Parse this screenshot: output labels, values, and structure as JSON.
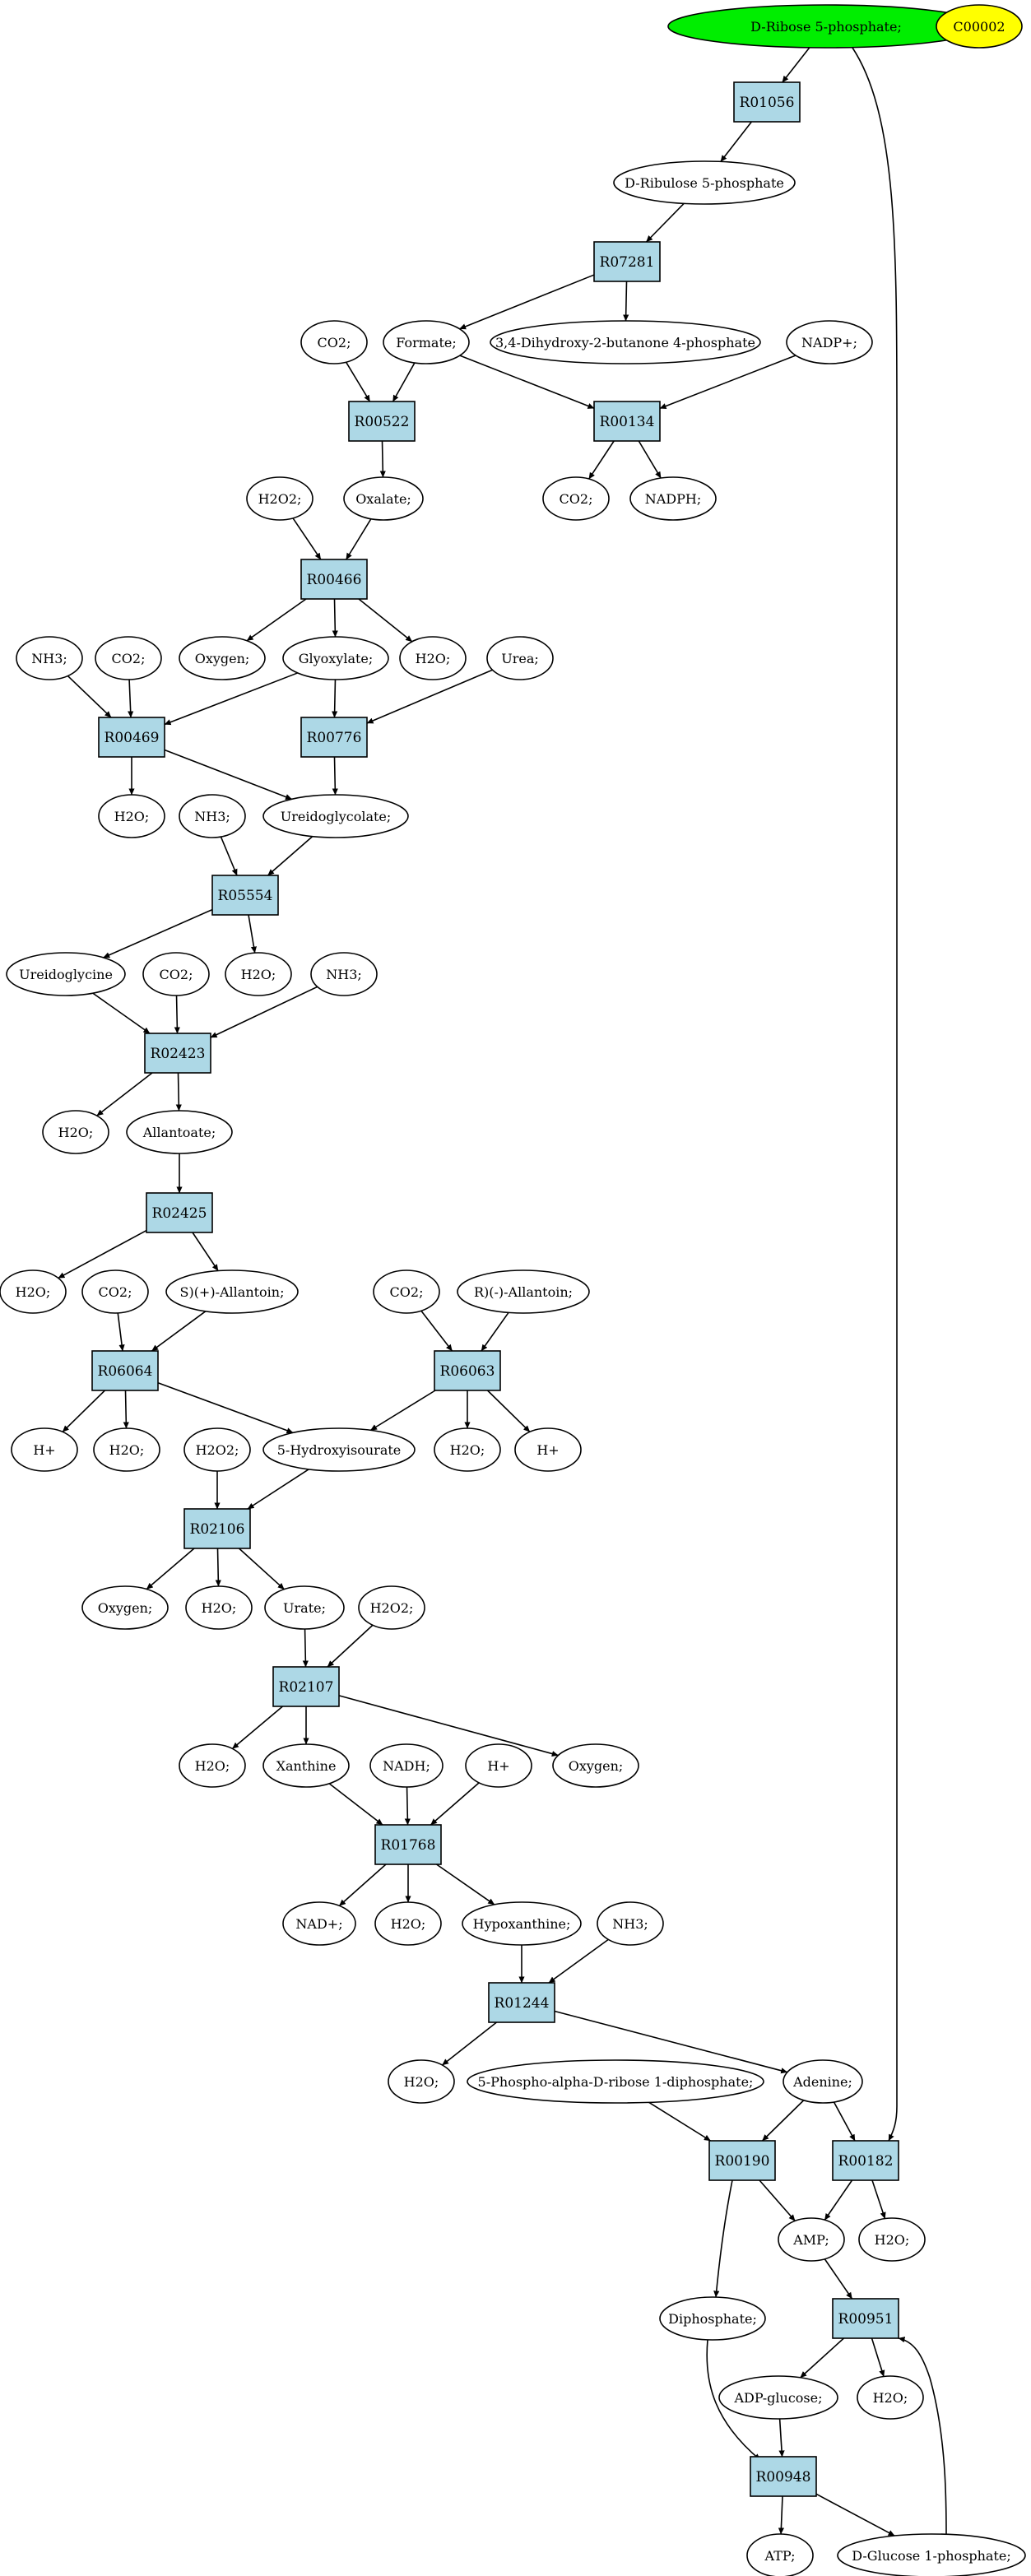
{
  "colors": {
    "reaction_fill": "#add8e6",
    "start_fill": "#00ee00",
    "label_fill": "#ffff00",
    "edge": "#000000"
  },
  "nodes": {
    "c1": {
      "label": "D-Ribose 5-phosphate;",
      "kind": "start"
    },
    "c2": {
      "label": "C00002",
      "kind": "label"
    },
    "r1": {
      "label": "R01056",
      "kind": "reaction"
    },
    "c3": {
      "label": "D-Ribulose 5-phosphate",
      "kind": "compound"
    },
    "r2": {
      "label": "R07281",
      "kind": "reaction"
    },
    "c4": {
      "label": "CO2;",
      "kind": "compound"
    },
    "c5": {
      "label": "Formate;",
      "kind": "compound"
    },
    "c6": {
      "label": "3,4-Dihydroxy-2-butanone 4-phosphate",
      "kind": "compound"
    },
    "c7": {
      "label": "NADP+;",
      "kind": "compound"
    },
    "r3": {
      "label": "R00522",
      "kind": "reaction"
    },
    "r4": {
      "label": "R00134",
      "kind": "reaction"
    },
    "c8": {
      "label": "CO2;",
      "kind": "compound"
    },
    "c9": {
      "label": "NADPH;",
      "kind": "compound"
    },
    "c10": {
      "label": "H2O2;",
      "kind": "compound"
    },
    "c11": {
      "label": "Oxalate;",
      "kind": "compound"
    },
    "r5": {
      "label": "R00466",
      "kind": "reaction"
    },
    "c12": {
      "label": "Oxygen;",
      "kind": "compound"
    },
    "c13": {
      "label": "Glyoxylate;",
      "kind": "compound"
    },
    "c14": {
      "label": "H2O;",
      "kind": "compound"
    },
    "c15": {
      "label": "NH3;",
      "kind": "compound"
    },
    "c16": {
      "label": "CO2;",
      "kind": "compound"
    },
    "c17": {
      "label": "Urea;",
      "kind": "compound"
    },
    "r6": {
      "label": "R00469",
      "kind": "reaction"
    },
    "r7": {
      "label": "R00776",
      "kind": "reaction"
    },
    "c18": {
      "label": "H2O;",
      "kind": "compound"
    },
    "c19": {
      "label": "NH3;",
      "kind": "compound"
    },
    "c20": {
      "label": "Ureidoglycolate;",
      "kind": "compound"
    },
    "r8": {
      "label": "R05554",
      "kind": "reaction"
    },
    "c21": {
      "label": "Ureidoglycine",
      "kind": "compound"
    },
    "c22": {
      "label": "CO2;",
      "kind": "compound"
    },
    "c23": {
      "label": "H2O;",
      "kind": "compound"
    },
    "c24": {
      "label": "NH3;",
      "kind": "compound"
    },
    "r9": {
      "label": "R02423",
      "kind": "reaction"
    },
    "c25": {
      "label": "H2O;",
      "kind": "compound"
    },
    "c26": {
      "label": "Allantoate;",
      "kind": "compound"
    },
    "r10": {
      "label": "R02425",
      "kind": "reaction"
    },
    "c27": {
      "label": "H2O;",
      "kind": "compound"
    },
    "c28": {
      "label": "CO2;",
      "kind": "compound"
    },
    "c29": {
      "label": "S)(+)-Allantoin;",
      "kind": "compound"
    },
    "c30": {
      "label": "CO2;",
      "kind": "compound"
    },
    "c31": {
      "label": "R)(-)-Allantoin;",
      "kind": "compound"
    },
    "r11": {
      "label": "R06064",
      "kind": "reaction"
    },
    "r12": {
      "label": "R06063",
      "kind": "reaction"
    },
    "c32": {
      "label": "H+",
      "kind": "compound"
    },
    "c33": {
      "label": "H2O;",
      "kind": "compound"
    },
    "c34": {
      "label": "H2O2;",
      "kind": "compound"
    },
    "c35": {
      "label": "5-Hydroxyisourate",
      "kind": "compound"
    },
    "c36": {
      "label": "H2O;",
      "kind": "compound"
    },
    "c37": {
      "label": "H+",
      "kind": "compound"
    },
    "r13": {
      "label": "R02106",
      "kind": "reaction"
    },
    "c38": {
      "label": "Oxygen;",
      "kind": "compound"
    },
    "c39": {
      "label": "H2O;",
      "kind": "compound"
    },
    "c40": {
      "label": "Urate;",
      "kind": "compound"
    },
    "c41": {
      "label": "H2O2;",
      "kind": "compound"
    },
    "r14": {
      "label": "R02107",
      "kind": "reaction"
    },
    "c42": {
      "label": "H2O;",
      "kind": "compound"
    },
    "c43": {
      "label": "Xanthine",
      "kind": "compound"
    },
    "c44": {
      "label": "NADH;",
      "kind": "compound"
    },
    "c45": {
      "label": "H+",
      "kind": "compound"
    },
    "c46": {
      "label": "Oxygen;",
      "kind": "compound"
    },
    "r15": {
      "label": "R01768",
      "kind": "reaction"
    },
    "c47": {
      "label": "NAD+;",
      "kind": "compound"
    },
    "c48": {
      "label": "H2O;",
      "kind": "compound"
    },
    "c49": {
      "label": "Hypoxanthine;",
      "kind": "compound"
    },
    "c50": {
      "label": "NH3;",
      "kind": "compound"
    },
    "r16": {
      "label": "R01244",
      "kind": "reaction"
    },
    "c51": {
      "label": "H2O;",
      "kind": "compound"
    },
    "c52": {
      "label": "5-Phospho-alpha-D-ribose 1-diphosphate;",
      "kind": "compound"
    },
    "c53": {
      "label": "Adenine;",
      "kind": "compound"
    },
    "r17": {
      "label": "R00190",
      "kind": "reaction"
    },
    "r18": {
      "label": "R00182",
      "kind": "reaction"
    },
    "c54": {
      "label": "AMP;",
      "kind": "compound"
    },
    "c55": {
      "label": "H2O;",
      "kind": "compound"
    },
    "c56": {
      "label": "Diphosphate;",
      "kind": "compound"
    },
    "r19": {
      "label": "R00951",
      "kind": "reaction"
    },
    "c57": {
      "label": "ADP-glucose;",
      "kind": "compound"
    },
    "c58": {
      "label": "H2O;",
      "kind": "compound"
    },
    "r20": {
      "label": "R00948",
      "kind": "reaction"
    },
    "c59": {
      "label": "ATP;",
      "kind": "compound"
    },
    "c60": {
      "label": "D-Glucose 1-phosphate;",
      "kind": "compound"
    }
  },
  "edges": [
    [
      "c1",
      "r1"
    ],
    [
      "c1",
      "r18"
    ],
    [
      "r1",
      "c3"
    ],
    [
      "c3",
      "r2"
    ],
    [
      "r2",
      "c5"
    ],
    [
      "r2",
      "c6"
    ],
    [
      "c4",
      "r3"
    ],
    [
      "c5",
      "r3"
    ],
    [
      "c5",
      "r4"
    ],
    [
      "c7",
      "r4"
    ],
    [
      "r4",
      "c8"
    ],
    [
      "r4",
      "c9"
    ],
    [
      "r3",
      "c11"
    ],
    [
      "c10",
      "r5"
    ],
    [
      "c11",
      "r5"
    ],
    [
      "r5",
      "c12"
    ],
    [
      "r5",
      "c13"
    ],
    [
      "r5",
      "c14"
    ],
    [
      "c15",
      "r6"
    ],
    [
      "c16",
      "r6"
    ],
    [
      "c13",
      "r6"
    ],
    [
      "c13",
      "r7"
    ],
    [
      "c17",
      "r7"
    ],
    [
      "r6",
      "c18"
    ],
    [
      "r6",
      "c20"
    ],
    [
      "r7",
      "c20"
    ],
    [
      "c19",
      "r8"
    ],
    [
      "c20",
      "r8"
    ],
    [
      "r8",
      "c21"
    ],
    [
      "r8",
      "c23"
    ],
    [
      "c21",
      "r9"
    ],
    [
      "c22",
      "r9"
    ],
    [
      "c24",
      "r9"
    ],
    [
      "r9",
      "c25"
    ],
    [
      "r9",
      "c26"
    ],
    [
      "c26",
      "r10"
    ],
    [
      "r10",
      "c27"
    ],
    [
      "r10",
      "c29"
    ],
    [
      "c28",
      "r11"
    ],
    [
      "c29",
      "r11"
    ],
    [
      "c30",
      "r12"
    ],
    [
      "c31",
      "r12"
    ],
    [
      "r11",
      "c32"
    ],
    [
      "r11",
      "c33"
    ],
    [
      "r11",
      "c35"
    ],
    [
      "r12",
      "c35"
    ],
    [
      "r12",
      "c36"
    ],
    [
      "r12",
      "c37"
    ],
    [
      "c34",
      "r13"
    ],
    [
      "c35",
      "r13"
    ],
    [
      "r13",
      "c38"
    ],
    [
      "r13",
      "c39"
    ],
    [
      "r13",
      "c40"
    ],
    [
      "c40",
      "r14"
    ],
    [
      "c41",
      "r14"
    ],
    [
      "r14",
      "c42"
    ],
    [
      "r14",
      "c43"
    ],
    [
      "r14",
      "c46"
    ],
    [
      "c43",
      "r15"
    ],
    [
      "c44",
      "r15"
    ],
    [
      "c45",
      "r15"
    ],
    [
      "r15",
      "c47"
    ],
    [
      "r15",
      "c48"
    ],
    [
      "r15",
      "c49"
    ],
    [
      "c49",
      "r16"
    ],
    [
      "c50",
      "r16"
    ],
    [
      "r16",
      "c51"
    ],
    [
      "r16",
      "c53"
    ],
    [
      "c52",
      "r17"
    ],
    [
      "c53",
      "r17"
    ],
    [
      "c53",
      "r18"
    ],
    [
      "r17",
      "c54"
    ],
    [
      "r17",
      "c56"
    ],
    [
      "r18",
      "c54"
    ],
    [
      "r18",
      "c55"
    ],
    [
      "c54",
      "r19"
    ],
    [
      "r19",
      "c57"
    ],
    [
      "r19",
      "c58"
    ],
    [
      "c56",
      "r20"
    ],
    [
      "c57",
      "r20"
    ],
    [
      "r20",
      "c59"
    ],
    [
      "r20",
      "c60"
    ],
    [
      "c60",
      "r19"
    ]
  ]
}
